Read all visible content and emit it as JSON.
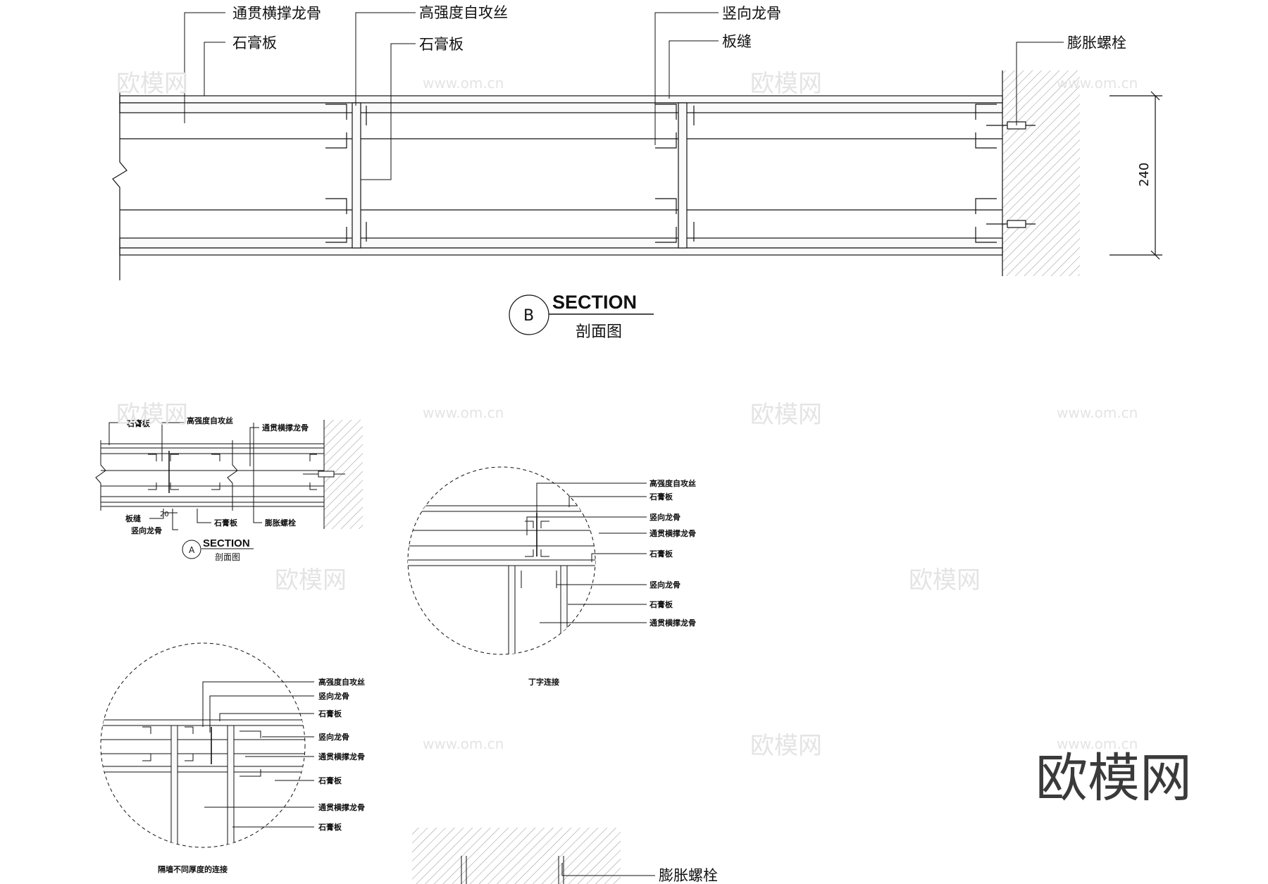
{
  "section_b": {
    "labels": {
      "through_keel": "通贯横撑龙骨",
      "gypsum_1": "石膏板",
      "screw": "高强度自攻丝",
      "gypsum_2": "石膏板",
      "stud": "竖向龙骨",
      "joint": "板缝",
      "bolt": "膨胀螺栓"
    },
    "dimension": "240",
    "marker": "B",
    "title_en": "SECTION",
    "title_cn": "剖面图"
  },
  "section_a": {
    "labels": {
      "gypsum_top": "石膏板",
      "screw": "高强度自攻丝",
      "through_keel": "通贯横撑龙骨",
      "joint": "板缝",
      "dim": "20",
      "stud": "竖向龙骨",
      "gypsum_bottom": "石膏板",
      "bolt": "膨胀螺栓"
    },
    "marker": "A",
    "title_en": "SECTION",
    "title_cn": "剖面图"
  },
  "detail_t": {
    "labels": [
      "高强度自攻丝",
      "石膏板",
      "竖向龙骨",
      "通贯横撑龙骨",
      "石膏板",
      "竖向龙骨",
      "石膏板",
      "通贯横撑龙骨"
    ],
    "caption": "丁字连接"
  },
  "detail_thick": {
    "labels": [
      "高强度自攻丝",
      "竖向龙骨",
      "石膏板",
      "竖向龙骨",
      "通贯横撑龙骨",
      "石膏板",
      "通贯横撑龙骨",
      "石膏板"
    ],
    "caption": "隔墙不同厚度的连接"
  },
  "detail_bolt": {
    "label": "膨胀螺栓"
  },
  "watermark": {
    "brand": "欧模网",
    "url": "www.om.cn"
  }
}
